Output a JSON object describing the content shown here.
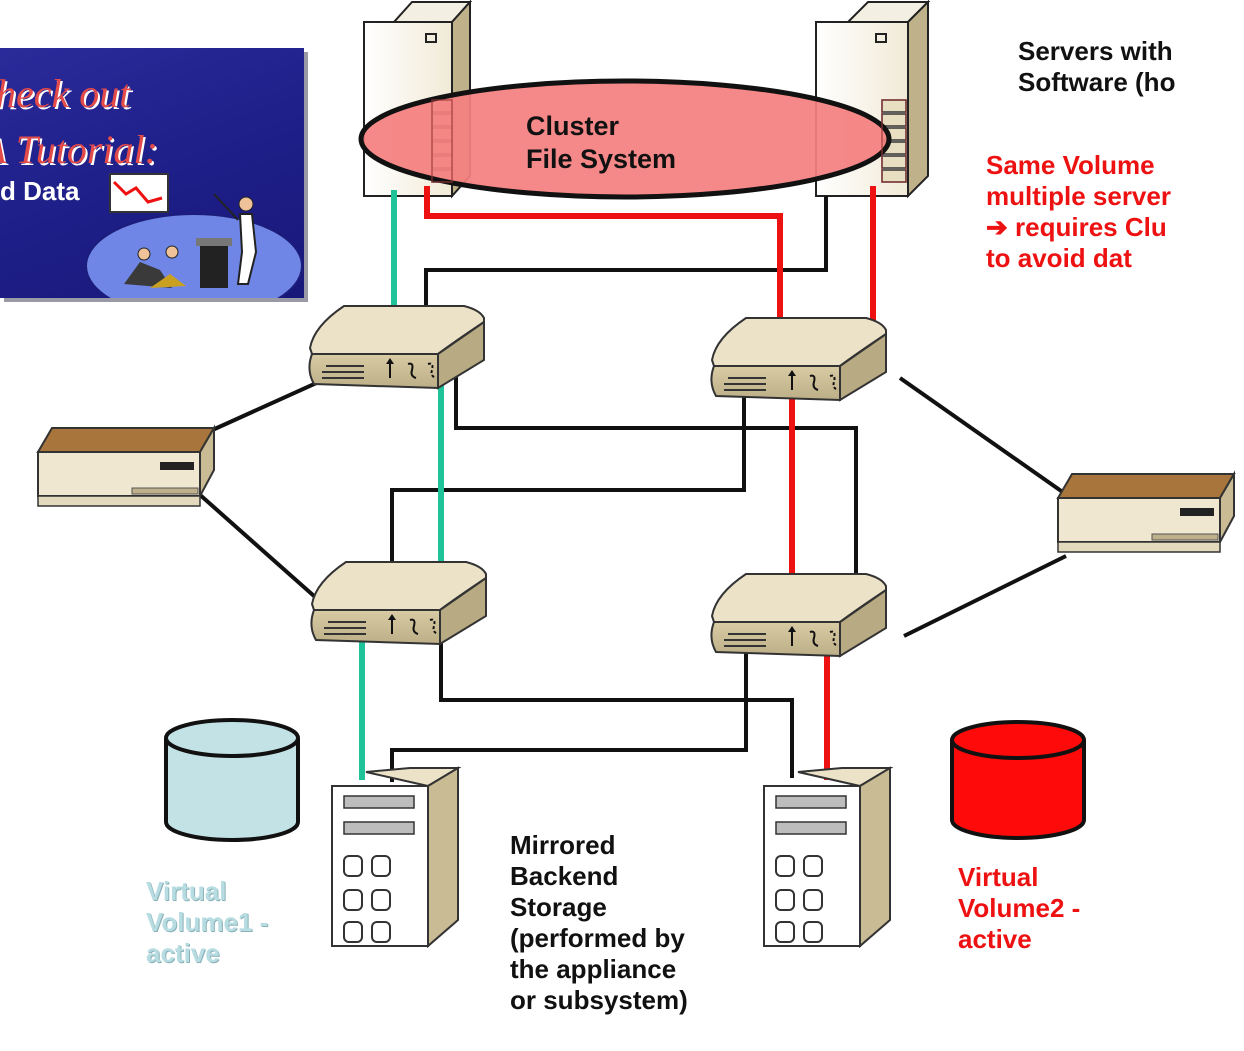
{
  "promo": {
    "line1": "heck out",
    "line2": "A Tutorial:",
    "line3": "d Data"
  },
  "labels": {
    "cluster_fs": "Cluster\nFile System",
    "servers_software": "Servers with\nSoftware (ho",
    "same_volume": "Same Volume\nmultiple server\n➔ requires Clu\nto avoid dat",
    "mirrored_storage": "Mirrored\nBackend\nStorage\n(performed by\nthe appliance\nor subsystem)",
    "volume1": "Virtual\nVolume1 -\nactive",
    "volume2": "Virtual\nVolume2 -\nactive"
  },
  "colors": {
    "path_green": "#1fc39a",
    "path_red": "#ee1111",
    "link_black": "#111111",
    "cluster_fill": "#f47f7f",
    "volume1_fill": "#c3e2e6",
    "volume2_fill": "#ff0a0a",
    "device_beige": "#cbbd96",
    "device_top": "#a8763c"
  }
}
